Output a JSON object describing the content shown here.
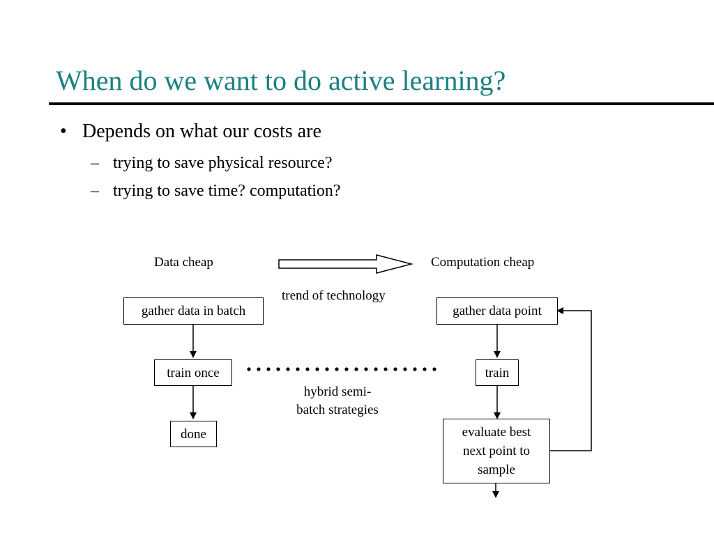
{
  "slide": {
    "title": "When do we want to do active learning?",
    "bullets": [
      {
        "text": "Depends on what our costs are",
        "marker": "•",
        "sub": [
          {
            "marker": "–",
            "text": "trying to save physical resource?"
          },
          {
            "marker": "–",
            "text": "trying to save time? computation?"
          }
        ]
      }
    ]
  },
  "diagram": {
    "left_header": "Data cheap",
    "right_header": "Computation cheap",
    "trend_label": "trend of technology",
    "hybrid_label_line1": "hybrid semi-",
    "hybrid_label_line2": "batch strategies",
    "left_flow": {
      "step1": "gather data in batch",
      "step2": "train once",
      "step3": "done"
    },
    "right_flow": {
      "step1": "gather data point",
      "step2": "train",
      "step3_line1": "evaluate best",
      "step3_line2": "next point to",
      "step3_line3": "sample"
    }
  }
}
